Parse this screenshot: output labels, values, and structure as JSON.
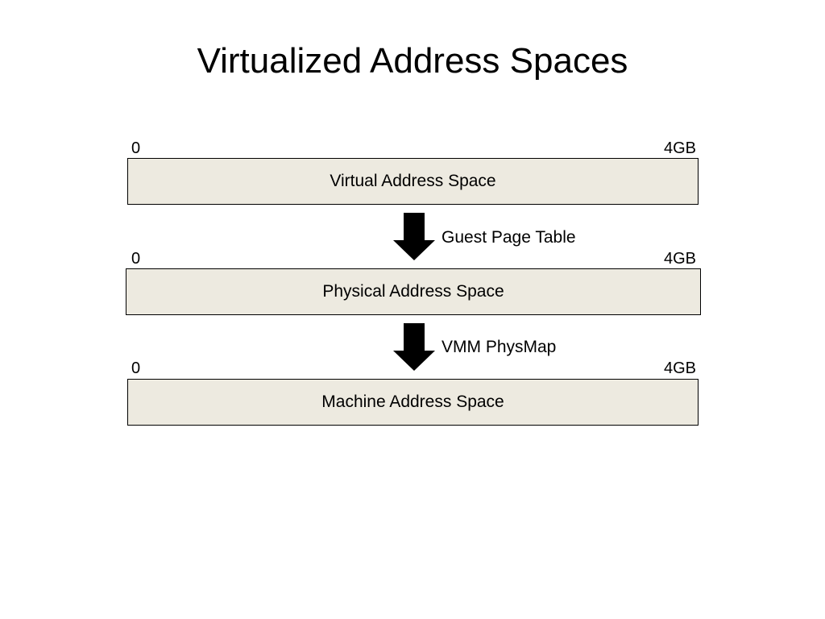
{
  "title": "Virtualized Address Spaces",
  "layers": [
    {
      "name": "Virtual Address Space",
      "start": "0",
      "end": "4GB"
    },
    {
      "name": "Physical Address Space",
      "start": "0",
      "end": "4GB"
    },
    {
      "name": "Machine Address Space",
      "start": "0",
      "end": "4GB"
    }
  ],
  "mappings": [
    {
      "label": "Guest Page Table"
    },
    {
      "label": "VMM PhysMap"
    }
  ]
}
